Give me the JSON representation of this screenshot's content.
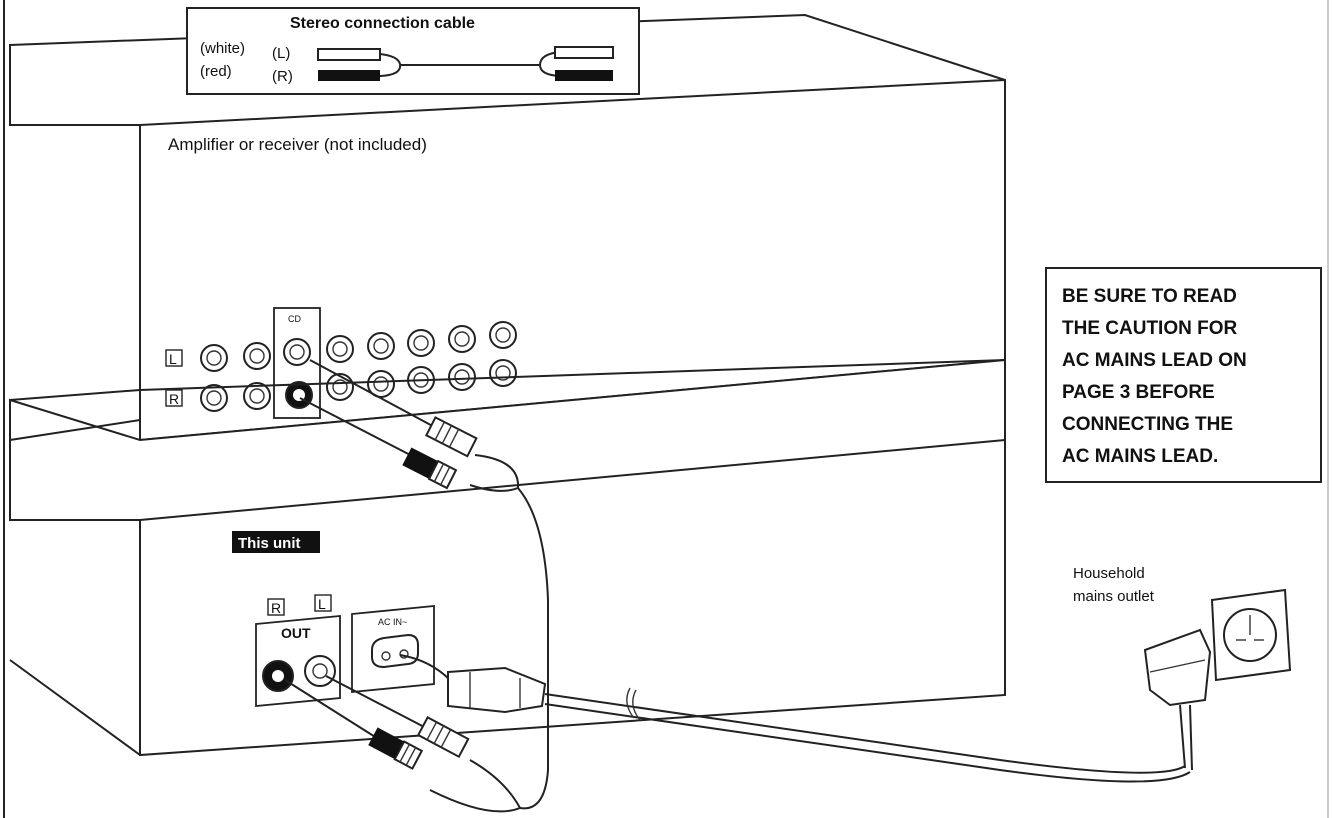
{
  "cable_box": {
    "title": "Stereo connection cable",
    "white_label": "(white)",
    "red_label": "(red)",
    "left_label": "(L)",
    "right_label": "(R)"
  },
  "amplifier": {
    "label": "Amplifier or receiver (not included)",
    "l_marker": "L",
    "r_marker": "R",
    "cd_label": "CD"
  },
  "this_unit": {
    "label": "This unit",
    "r_marker": "R",
    "l_marker": "L",
    "out_label": "OUT",
    "ac_in_label": "AC IN~"
  },
  "outlet": {
    "label_line1": "Household",
    "label_line2": "mains outlet"
  },
  "warning": {
    "lines": [
      "BE SURE TO READ",
      "THE CAUTION FOR",
      "AC MAINS LEAD ON",
      "PAGE 3 BEFORE",
      "CONNECTING THE",
      "AC MAINS LEAD."
    ]
  },
  "colors": {
    "ink": "#111111",
    "paper": "#ffffff",
    "label_bg": "#111111",
    "label_fg": "#ffffff"
  }
}
